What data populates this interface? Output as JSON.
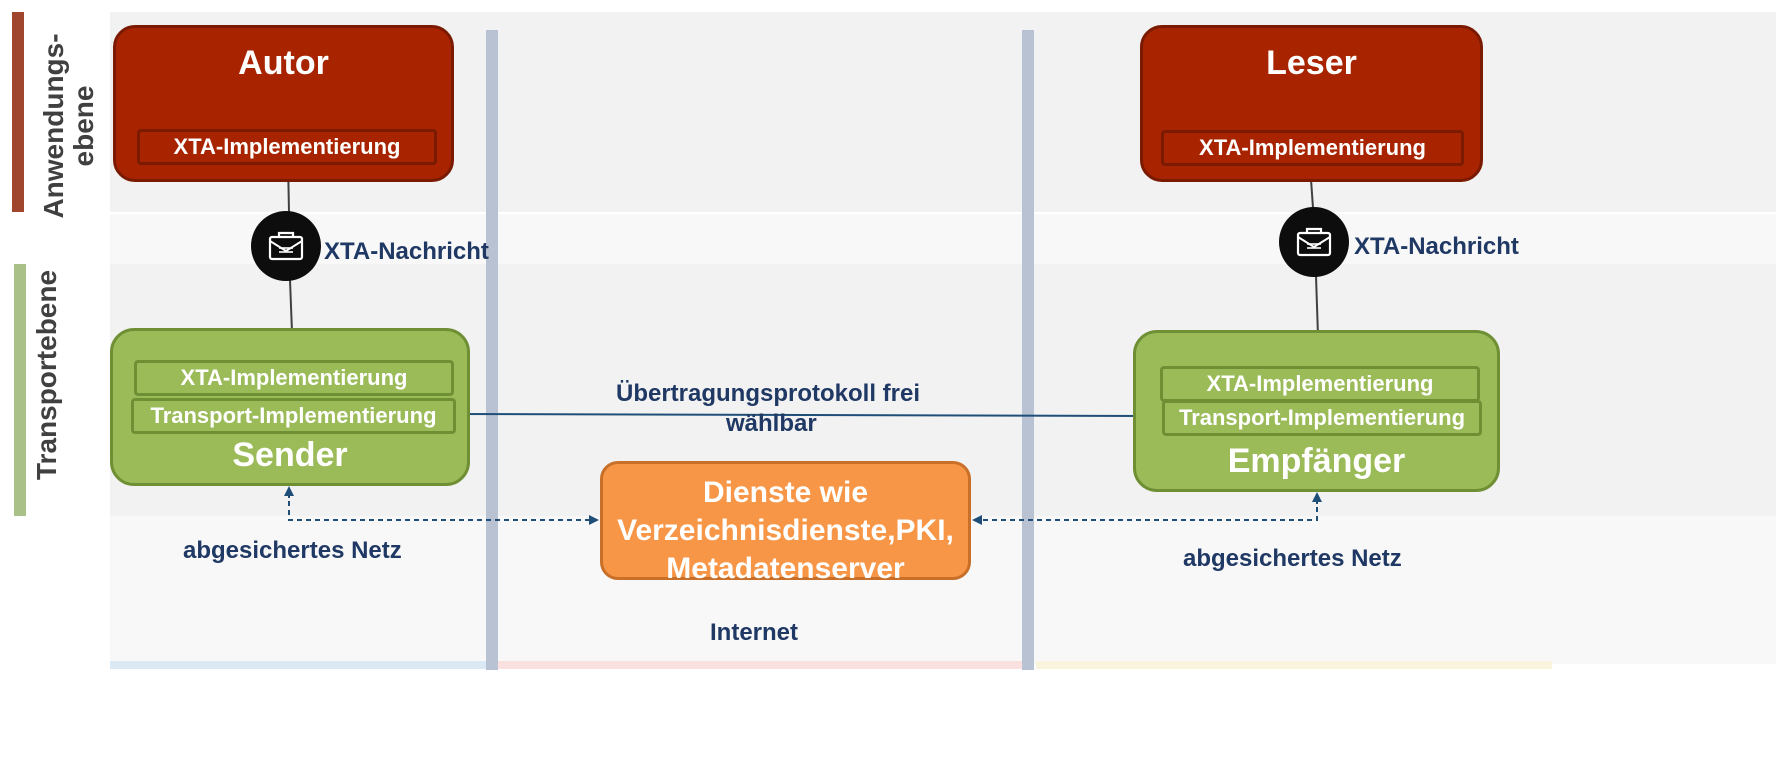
{
  "layers": {
    "application": "Anwendungs-\nebene",
    "transport": "Transportebene"
  },
  "author": {
    "title": "Autor",
    "implementation": "XTA-Implementierung"
  },
  "reader": {
    "title": "Leser",
    "implementation": "XTA-Implementierung"
  },
  "sender": {
    "title": "Sender",
    "xta_implementation": "XTA-Implementierung",
    "transport_implementation": "Transport-Implementierung"
  },
  "receiver": {
    "title": "Empfänger",
    "xta_implementation": "XTA-Implementierung",
    "transport_implementation": "Transport-Implementierung"
  },
  "message_left": {
    "label": "XTA-Nachricht",
    "icon": "briefcase-icon"
  },
  "message_right": {
    "label": "XTA-Nachricht",
    "icon": "briefcase-icon"
  },
  "protocol": {
    "line1": "Übertragungsprotokoll frei",
    "line2": "wählbar"
  },
  "services": {
    "line1": "Dienste wie",
    "line2": "Verzeichnisdienste,PKI,",
    "line3": "Metadatenserver"
  },
  "network_left": "abgesichertes Netz",
  "network_right": "abgesichertes Netz",
  "internet": "Internet",
  "colors": {
    "author_fill": "#a82400",
    "sender_fill": "#9bbb59",
    "services_fill": "#f79646",
    "application_bar": "#a0452e",
    "transport_bar": "#a9c089",
    "text_dark": "#1f3864"
  }
}
